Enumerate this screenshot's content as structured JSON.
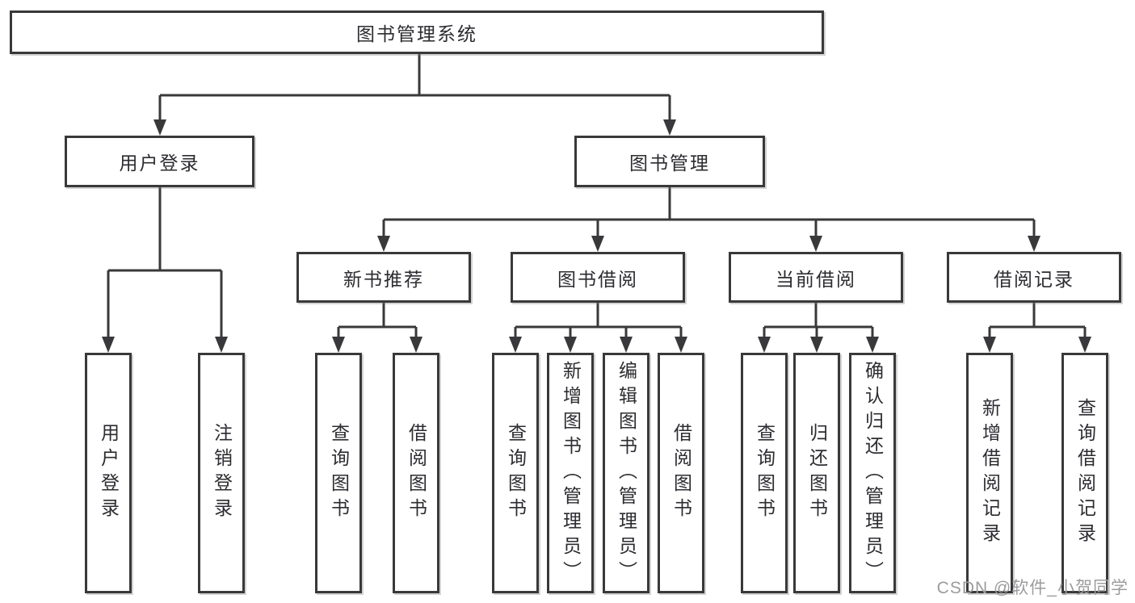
{
  "diagram": {
    "root": {
      "label": "图书管理系统"
    },
    "branches": [
      {
        "label": "用户登录",
        "children": [
          {
            "label": "用户登录"
          },
          {
            "label": "注销登录"
          }
        ]
      },
      {
        "label": "图书管理",
        "children": [
          {
            "label": "新书推荐",
            "children": [
              {
                "label": "查询图书"
              },
              {
                "label": "借阅图书"
              }
            ]
          },
          {
            "label": "图书借阅",
            "children": [
              {
                "label": "查询图书"
              },
              {
                "label": "新增图书（管理员）"
              },
              {
                "label": "编辑图书（管理员）"
              },
              {
                "label": "借阅图书"
              }
            ]
          },
          {
            "label": "当前借阅",
            "children": [
              {
                "label": "查询图书"
              },
              {
                "label": "归还图书"
              },
              {
                "label": "确认归还（管理员）"
              }
            ]
          },
          {
            "label": "借阅记录",
            "children": [
              {
                "label": "新增借阅记录"
              },
              {
                "label": "查询借阅记录"
              }
            ]
          }
        ]
      }
    ]
  },
  "watermark": {
    "text": "CSDN @软件_小贺同学"
  },
  "colors": {
    "line": "#39393b",
    "text": "#2c2c31",
    "watermark": "#9c9c9e",
    "background": "#ffffff"
  }
}
